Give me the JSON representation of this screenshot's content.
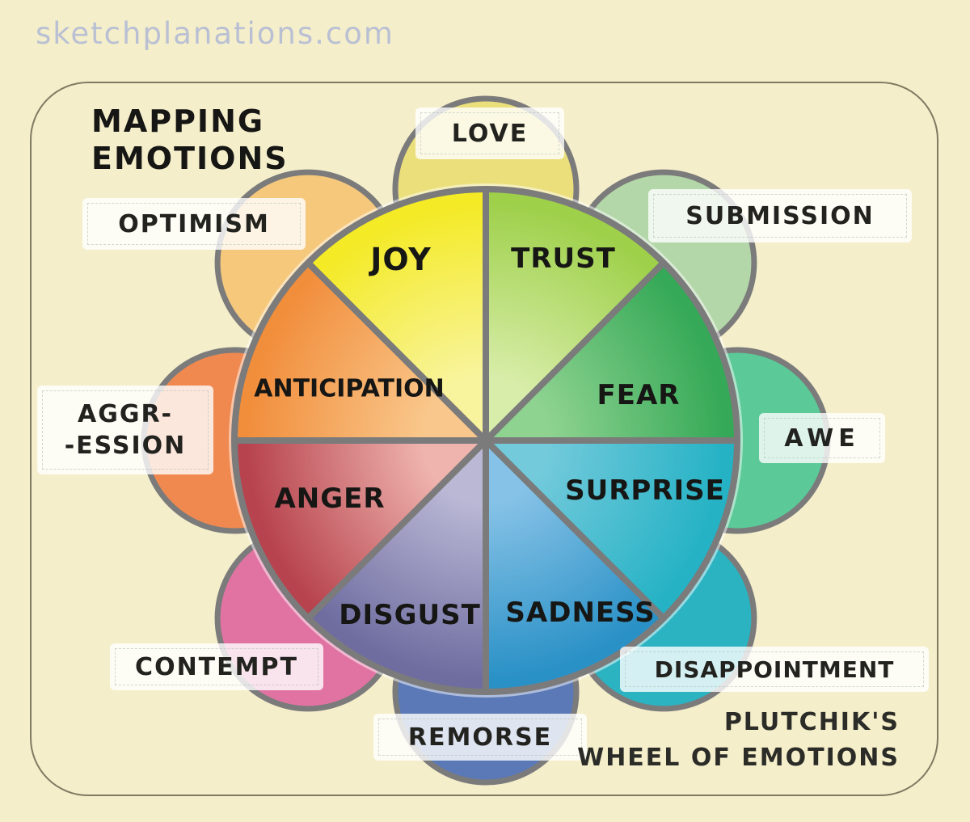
{
  "watermark": "sketchplanations.com",
  "title": {
    "line1": "MAPPING",
    "line2": "EMOTIONS"
  },
  "attribution": {
    "line1": "PLUTCHIK'S",
    "line2": "WHEEL OF EMOTIONS"
  },
  "colors": {
    "background": "#f5eeca",
    "frame_border": "#57533f",
    "wheel_outline": "#7b7b7b",
    "rim_halo": "rgba(255,255,255,0.5)",
    "label_box_bg": "rgba(255,255,255,0.8)",
    "text": "#1e1e1c",
    "watermark": "#b9c0d4"
  },
  "wheel": {
    "segments": [
      {
        "label": "TRUST",
        "outer_color": "#9ed04a",
        "inner_color": "#d8eda9"
      },
      {
        "label": "FEAR",
        "outer_color": "#35a957",
        "inner_color": "#8fd391"
      },
      {
        "label": "SURPRISE",
        "outer_color": "#25b2c5",
        "inner_color": "#72cadb"
      },
      {
        "label": "SADNESS",
        "outer_color": "#2a91c6",
        "inner_color": "#86c2e7"
      },
      {
        "label": "DISGUST",
        "outer_color": "#6f6da0",
        "inner_color": "#bab8d5"
      },
      {
        "label": "ANGER",
        "outer_color": "#b7434e",
        "inner_color": "#efb4ae"
      },
      {
        "label": "ANTICIPATION",
        "outer_color": "#f18e3c",
        "inner_color": "#f9c78b"
      },
      {
        "label": "JOY",
        "outer_color": "#f4ea25",
        "inner_color": "#f8f49e"
      }
    ],
    "petals": [
      {
        "label": "LOVE",
        "color": "#ebdf7b"
      },
      {
        "label": "SUBMISSION",
        "color": "#b3d7a8"
      },
      {
        "label": "AWE",
        "color": "#5bc998"
      },
      {
        "label": "DISAPPOINTMENT",
        "color": "#2bb3c2"
      },
      {
        "label": "REMORSE",
        "color": "#5b79b6"
      },
      {
        "label": "CONTEMPT",
        "color": "#e173a3"
      },
      {
        "label": "AGGRESSION",
        "lines": [
          "AGGR-",
          "-ESSION"
        ],
        "color": "#f0894f"
      },
      {
        "label": "OPTIMISM",
        "color": "#f5c87c"
      }
    ]
  }
}
